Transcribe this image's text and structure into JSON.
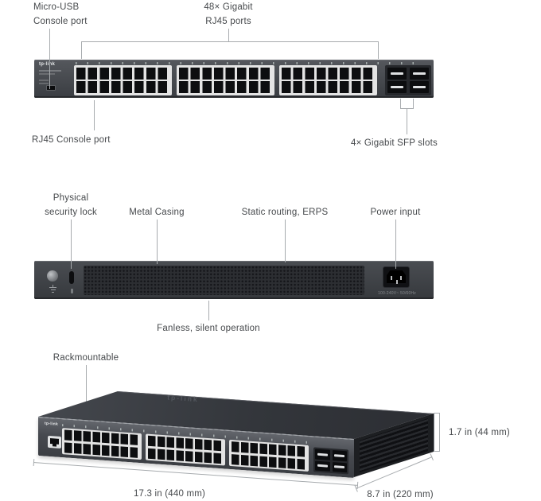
{
  "brand": "tp-link",
  "front": {
    "micro_usb_1": "Micro-USB",
    "micro_usb_2": "Console port",
    "gig_1": "48× Gigabit",
    "gig_2": "RJ45 ports",
    "rj45_console": "RJ45 Console port",
    "sfp": "4× Gigabit SFP slots"
  },
  "rear": {
    "security_1": "Physical",
    "security_2": "security lock",
    "metal": "Metal Casing",
    "routing": "Static routing, ERPS",
    "power": "Power input",
    "fanless": "Fanless, silent operation",
    "rating": "100-240V~ 50/60Hz"
  },
  "persp": {
    "rack": "Rackmountable",
    "dim_w": "17.3 in (440 mm)",
    "dim_d": "8.7 in (220 mm)",
    "dim_h": "1.7 in (44 mm)"
  },
  "icons": {
    "ground-icon": "css-lines",
    "lock-icon": "css-slot",
    "power-socket-icon": "css-trapezoid"
  },
  "colors": {
    "label_text": "#46494c",
    "callout_line": "#a7abae",
    "chassis_gray": "#46494e",
    "port_dark": "#0d0e10",
    "port_frame": "#e4e4e4",
    "sfp_bar": "#dfe1e3"
  }
}
